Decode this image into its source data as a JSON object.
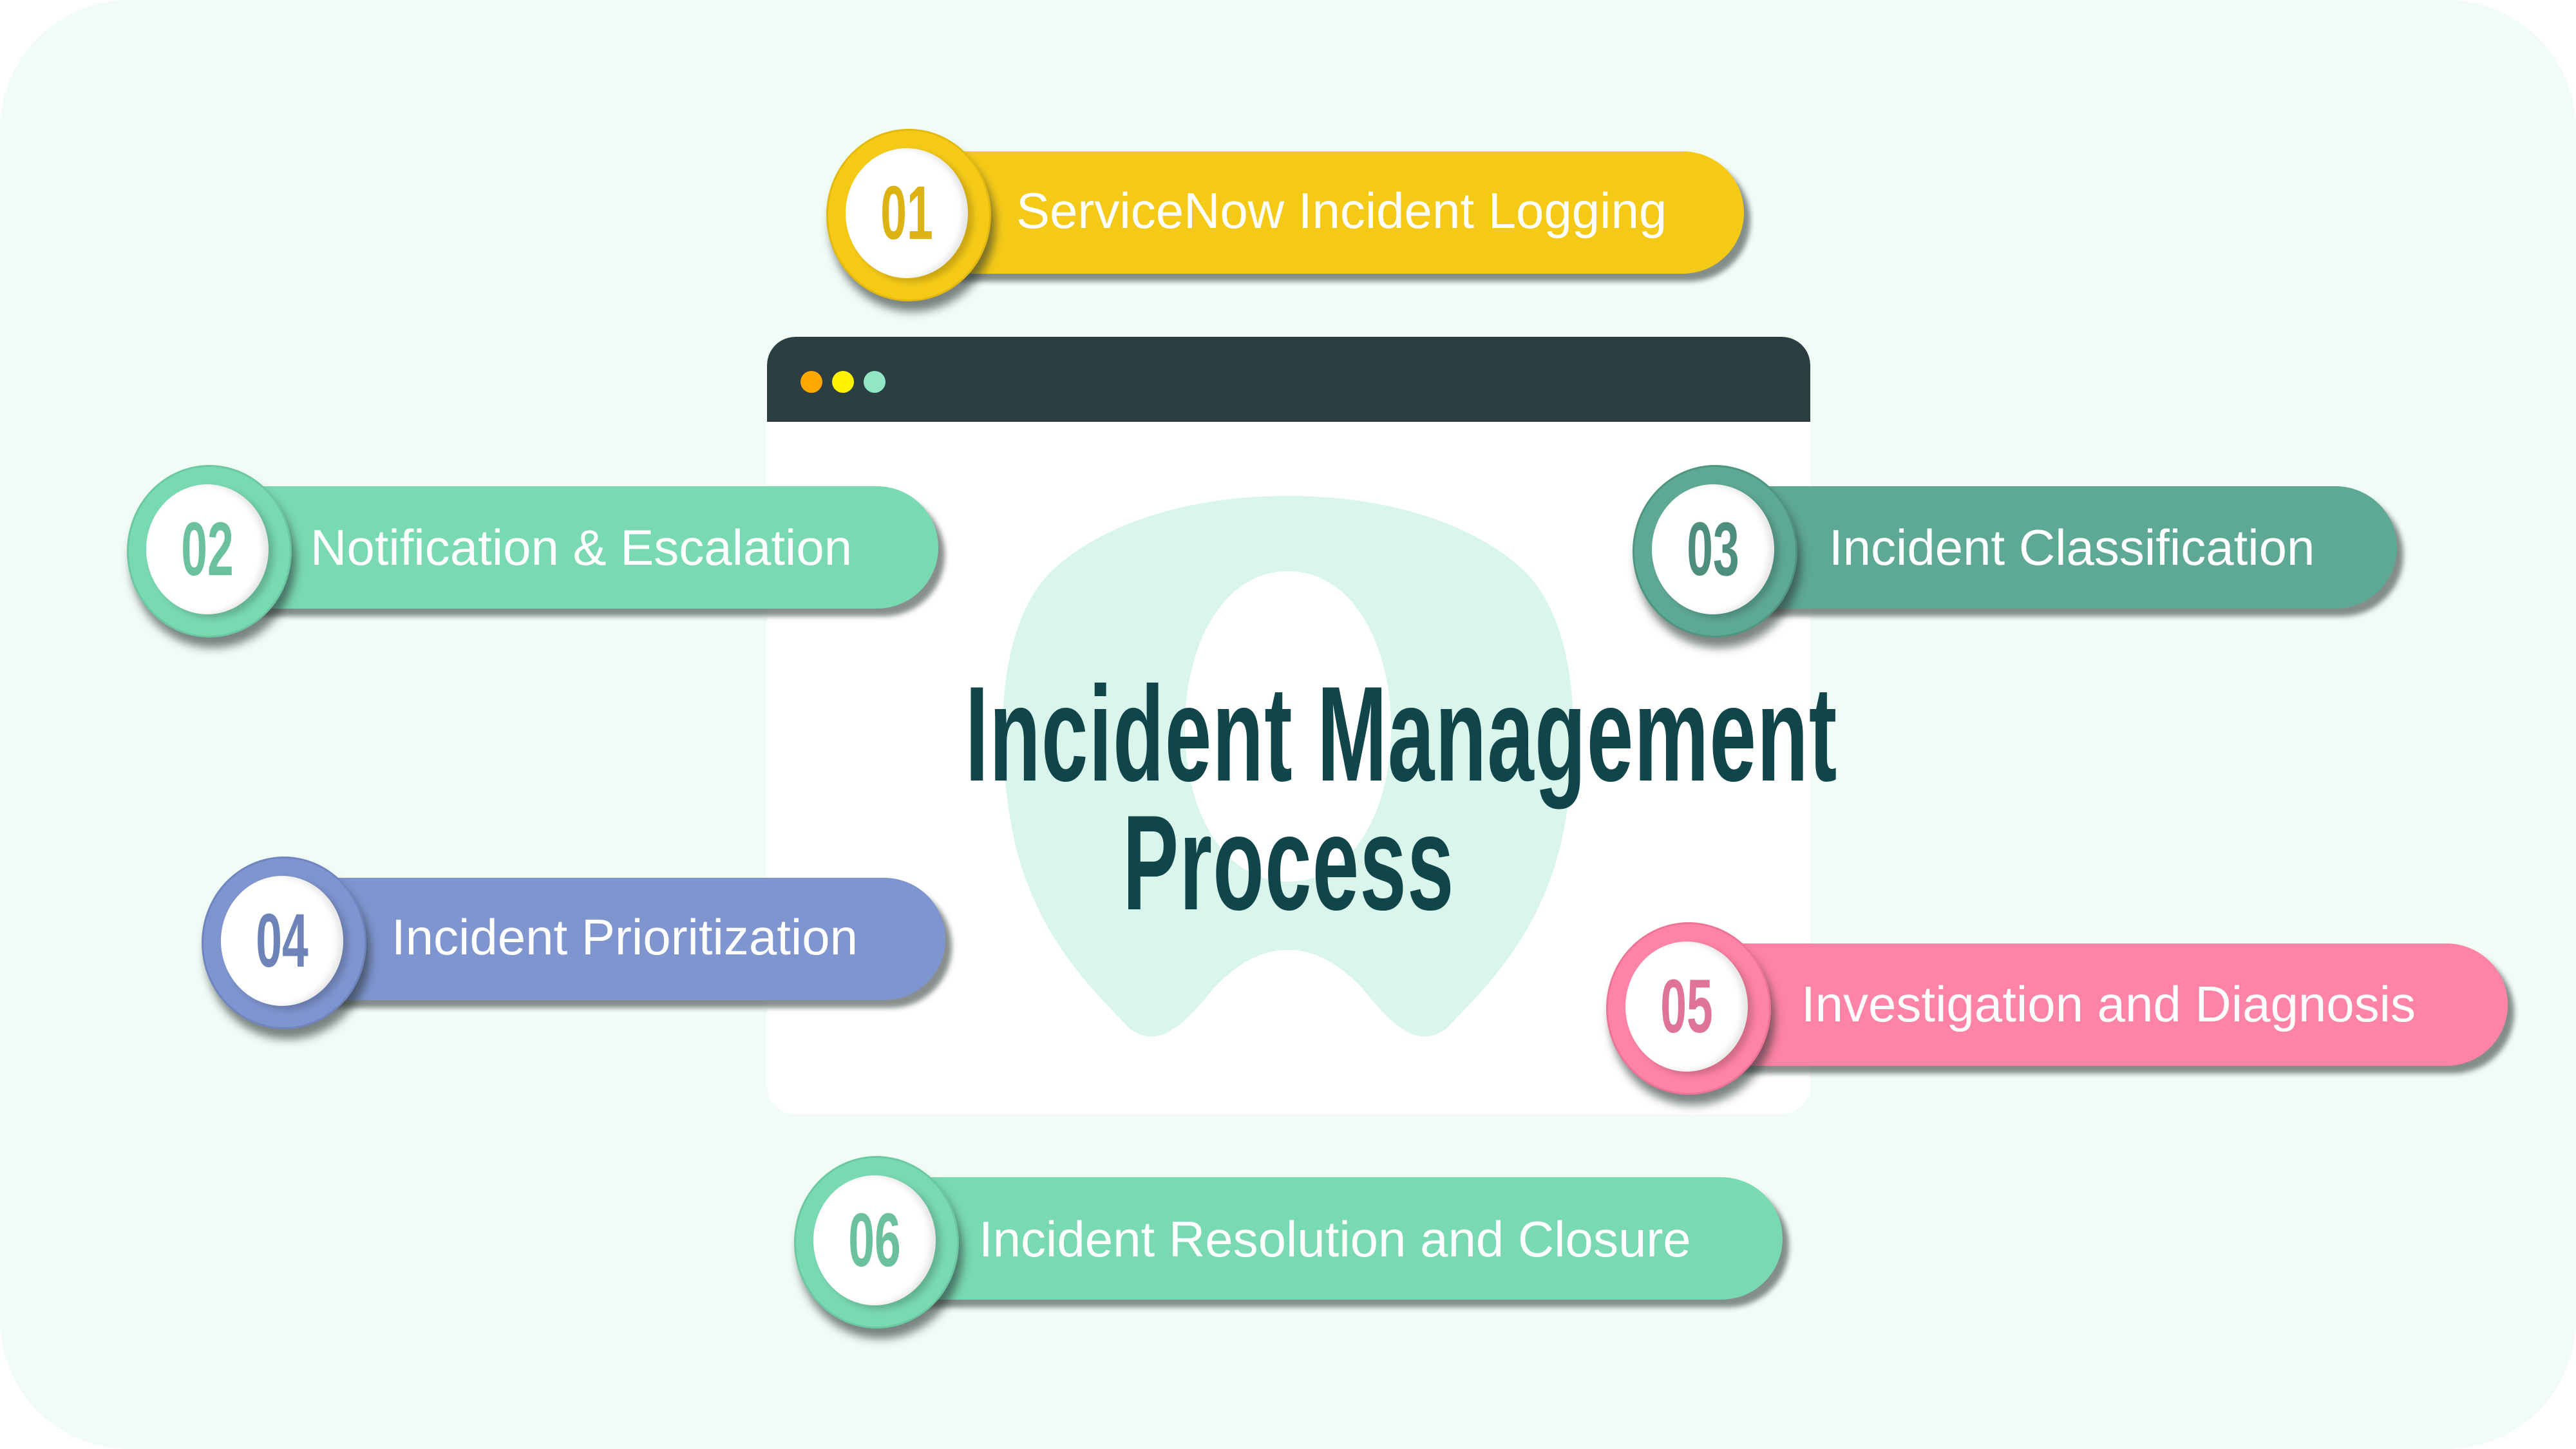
{
  "title": {
    "line1": "Incident Management",
    "line2": "Process",
    "color": "#10454A"
  },
  "window": {
    "bar_color": "#2B3F43",
    "dots": [
      "#FFA800",
      "#FFF200",
      "#91E6C5"
    ]
  },
  "colors": {
    "background": "#F2FCF7",
    "arch": "#DAF6EC"
  },
  "steps": [
    {
      "number": "01",
      "label": "ServiceNow Incident Logging",
      "color": "#F5CA17",
      "number_color": "#DDB314"
    },
    {
      "number": "02",
      "label": "Notification & Escalation",
      "color": "#79D9B3",
      "number_color": "#6BC09E"
    },
    {
      "number": "03",
      "label": "Incident Classification",
      "color": "#5EA994",
      "number_color": "#4E8E7C"
    },
    {
      "number": "04",
      "label": "Incident Prioritization",
      "color": "#7F95D0",
      "number_color": "#6E84B8"
    },
    {
      "number": "05",
      "label": "Investigation and Diagnosis",
      "color": "#FF83A6",
      "number_color": "#E07498"
    },
    {
      "number": "06",
      "label": "Incident Resolution and Closure",
      "color": "#79D9B3",
      "number_color": "#6BC09E"
    }
  ]
}
